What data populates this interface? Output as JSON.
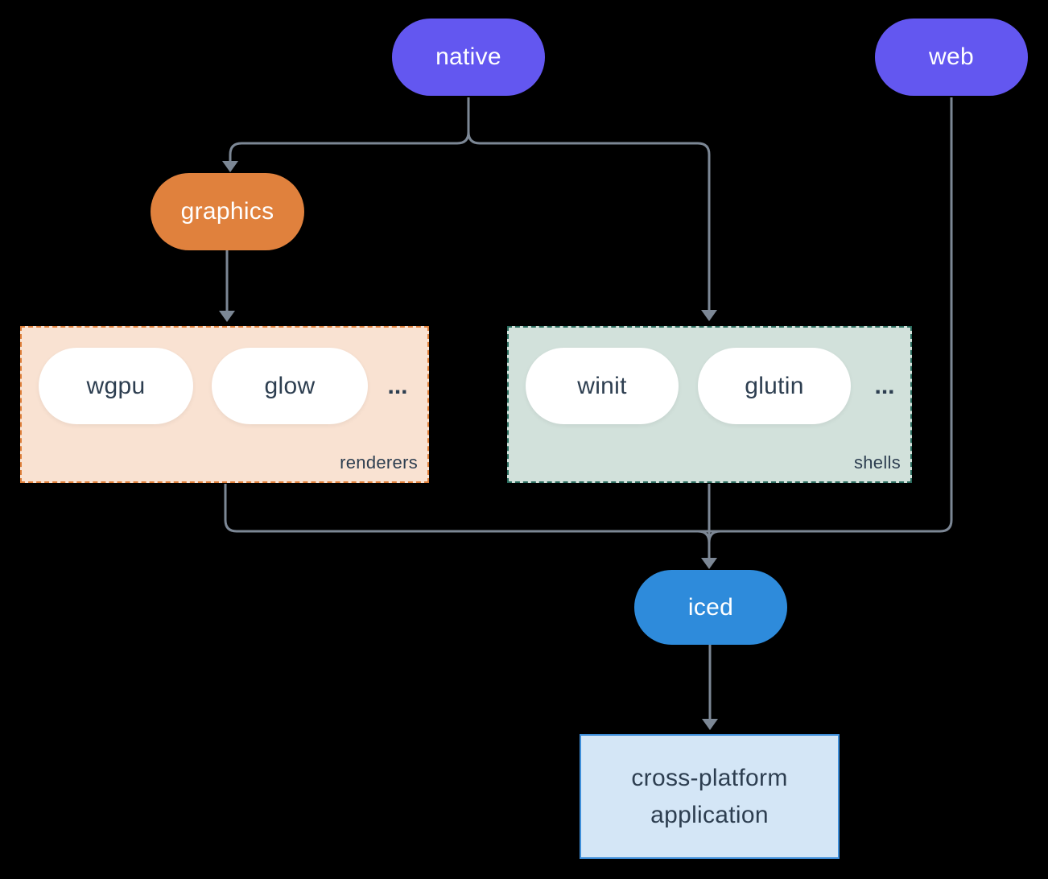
{
  "diagram": {
    "background_color": "#000000",
    "connector_color": "#7c8795",
    "nodes": {
      "native": {
        "label": "native",
        "color": "#6357f0",
        "text_color": "#ffffff"
      },
      "web": {
        "label": "web",
        "color": "#6357f0",
        "text_color": "#ffffff"
      },
      "graphics": {
        "label": "graphics",
        "color": "#e0813d",
        "text_color": "#ffffff"
      },
      "iced": {
        "label": "iced",
        "color": "#2e8bdb",
        "text_color": "#ffffff"
      }
    },
    "groups": {
      "renderers": {
        "label": "renderers",
        "fill": "#f9e2d2",
        "border_color": "#df7f3a",
        "items": [
          {
            "label": "wgpu"
          },
          {
            "label": "glow"
          }
        ],
        "ellipsis": "..."
      },
      "shells": {
        "label": "shells",
        "fill": "#d2e1db",
        "border_color": "#2a6b5d",
        "items": [
          {
            "label": "winit"
          },
          {
            "label": "glutin"
          }
        ],
        "ellipsis": "..."
      }
    },
    "app_box": {
      "label": "cross-platform application",
      "fill": "#d4e6f6",
      "border_color": "#3e8ed9",
      "text_color": "#2d3e50"
    }
  }
}
